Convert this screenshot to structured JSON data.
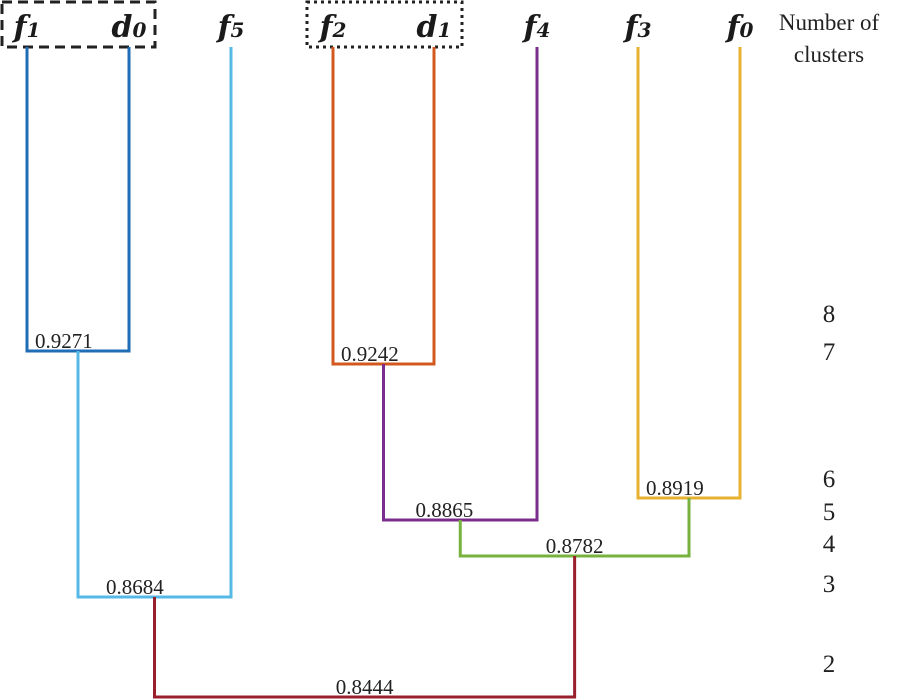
{
  "leaves": [
    {
      "id": "f1",
      "base": "f",
      "sub": "1"
    },
    {
      "id": "d0",
      "base": "d",
      "sub": "0"
    },
    {
      "id": "f5",
      "base": "f",
      "sub": "5"
    },
    {
      "id": "f2",
      "base": "f",
      "sub": "2"
    },
    {
      "id": "d1",
      "base": "d",
      "sub": "1"
    },
    {
      "id": "f4",
      "base": "f",
      "sub": "4"
    },
    {
      "id": "f3",
      "base": "f",
      "sub": "3"
    },
    {
      "id": "f0",
      "base": "f",
      "sub": "0"
    }
  ],
  "header": {
    "line1": "Number of",
    "line2": "clusters"
  },
  "merges": [
    {
      "id": "m1",
      "left": "f1",
      "right": "d0",
      "value": "0.9271",
      "color": "#1f6db5"
    },
    {
      "id": "m2",
      "left": "f2",
      "right": "d1",
      "value": "0.9242",
      "color": "#d2581f"
    },
    {
      "id": "m3",
      "left": "f3",
      "right": "f0",
      "value": "0.8919",
      "color": "#e6b230"
    },
    {
      "id": "m4",
      "left": "m2",
      "right": "f4",
      "value": "0.8865",
      "color": "#7b2d8e"
    },
    {
      "id": "m5",
      "left": "m4",
      "right": "m3",
      "value": "0.8782",
      "color": "#77b13e"
    },
    {
      "id": "m6",
      "left": "m1",
      "right": "f5",
      "value": "0.8684",
      "color": "#55b8e6"
    },
    {
      "id": "m7",
      "left": "m6",
      "right": "m5",
      "value": "0.8444",
      "color": "#9a1f2d"
    }
  ],
  "cluster_counts": [
    "8",
    "7",
    "6",
    "5",
    "4",
    "3",
    "2"
  ]
}
